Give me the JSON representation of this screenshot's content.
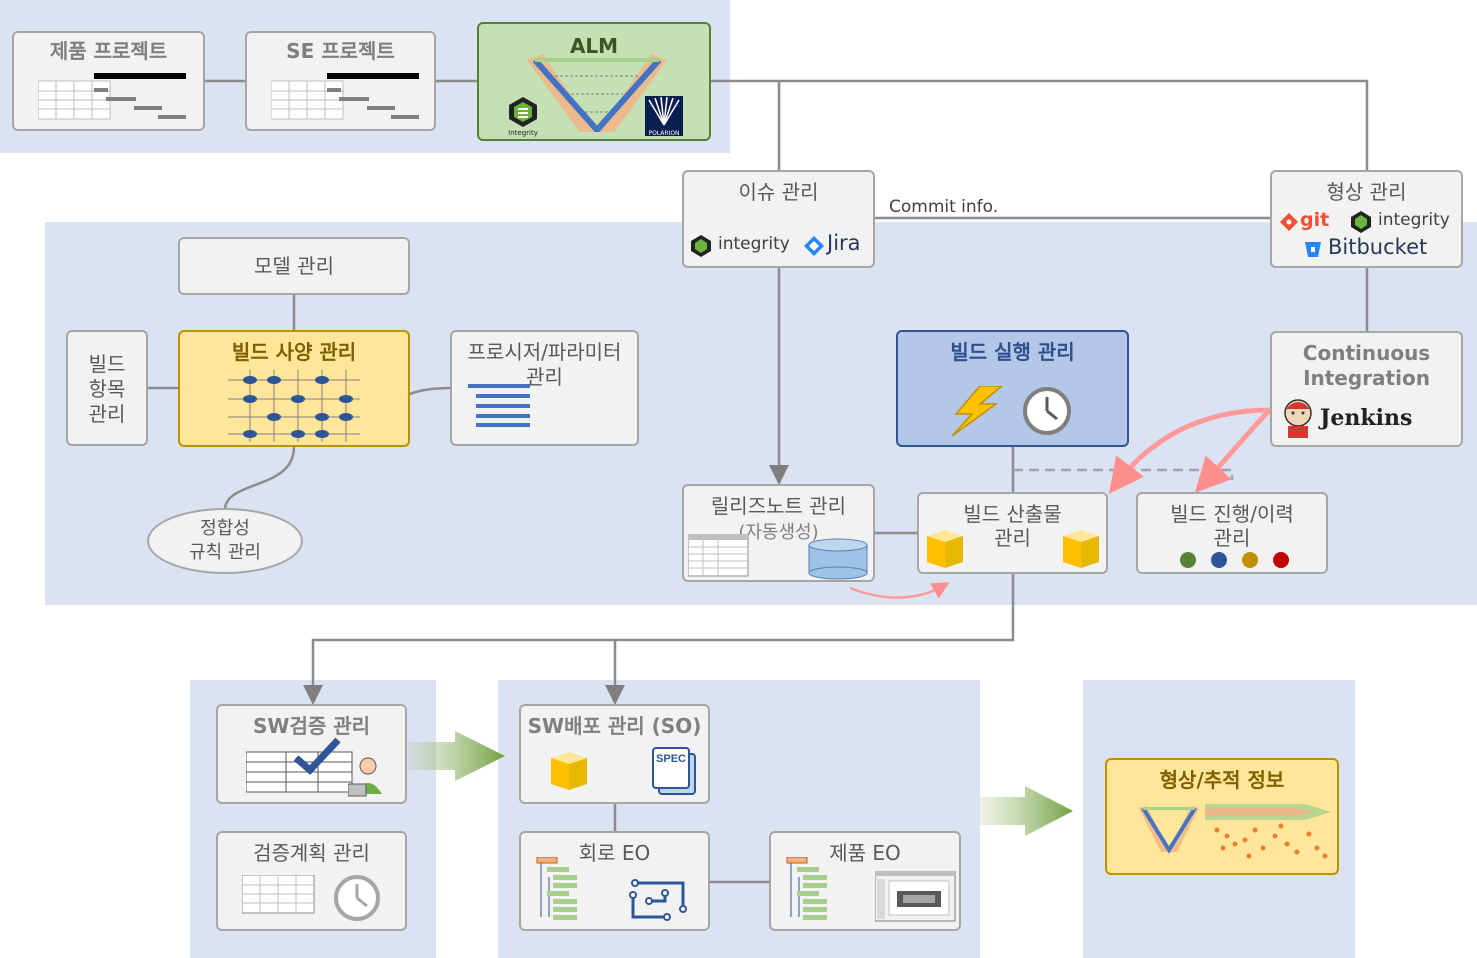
{
  "top": {
    "product_project": "제품 프로젝트",
    "se_project": "SE 프로젝트",
    "alm": "ALM",
    "integrity_small": "Integrity",
    "polarion": "POLARION"
  },
  "issue": {
    "title": "이슈 관리",
    "tool1": "integrity",
    "tool2": "Jira"
  },
  "commit_info": "Commit info.",
  "config": {
    "title": "형상 관리",
    "tool1": "git",
    "tool2": "integrity",
    "tool3": "Bitbucket"
  },
  "ci": {
    "title_line1": "Continuous",
    "title_line2": "Integration",
    "tool": "Jenkins"
  },
  "model": {
    "title": "모델 관리"
  },
  "build_item": {
    "line1": "빌드",
    "line2": "항목",
    "line3": "관리"
  },
  "build_spec": {
    "title": "빌드 사양 관리"
  },
  "proc_param": {
    "line1": "프로시저/파라미터",
    "line2": "관리"
  },
  "consistency": {
    "line1": "정합성",
    "line2": "규칙 관리"
  },
  "build_exec": {
    "title": "빌드 실행 관리"
  },
  "release_note": {
    "title": "릴리즈노트 관리",
    "sub": "(자동생성)"
  },
  "artifact": {
    "line1": "빌드 산출물",
    "line2": "관리"
  },
  "progress": {
    "line1": "빌드 진행/이력",
    "line2": "관리"
  },
  "status_colors": [
    "#548235",
    "#2f5597",
    "#bf9000",
    "#c00000"
  ],
  "sw_verify": {
    "title": "SW검증 관리"
  },
  "verify_plan": {
    "title": "검증계획 관리"
  },
  "sw_deploy": {
    "title": "SW배포 관리 (SO)",
    "spec": "SPEC"
  },
  "circuit_eo": {
    "title": "회로 EO"
  },
  "product_eo": {
    "title": "제품 EO"
  },
  "trace": {
    "title": "형상/추적 정보"
  },
  "icons": [
    "gantt-chart-icon",
    "v-model-icon",
    "integrity-logo-icon",
    "polarion-logo-icon",
    "grid-matrix-icon",
    "list-lines-icon",
    "lightning-icon",
    "clock-icon",
    "table-icon",
    "database-icon",
    "cube-icon",
    "status-dot-icon",
    "checkmark-icon",
    "user-laptop-icon",
    "spec-document-icon",
    "tree-icon",
    "circuit-icon",
    "screenshot-icon",
    "jenkins-logo-icon",
    "git-logo-icon",
    "jira-logo-icon",
    "bitbucket-logo-icon",
    "flow-arrow-icon"
  ]
}
